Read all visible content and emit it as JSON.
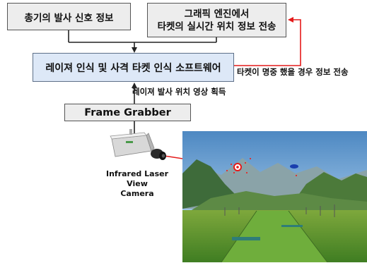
{
  "boxes": {
    "gun_signal": "총기의 발사 신호 정보",
    "graphic_engine_line1": "그래픽 엔진에서",
    "graphic_engine_line2": "타켓의 실시간 위치 정보 전송",
    "laser_software": "레이져 인식 및 사격 타켓 인식 소프트웨어",
    "frame_grabber": "Frame Grabber"
  },
  "labels": {
    "hit_info": "타켓이 명중 했을 경우 정보 전송",
    "acquire_image": "레이져 발사 위치 영상 획득"
  },
  "camera": {
    "caption_line1": "Infrared Laser View",
    "caption_line2": "Camera"
  },
  "colors": {
    "feedback_arrow": "#e41a1a",
    "arrow": "#222222",
    "software_box": "#dde8f7"
  }
}
